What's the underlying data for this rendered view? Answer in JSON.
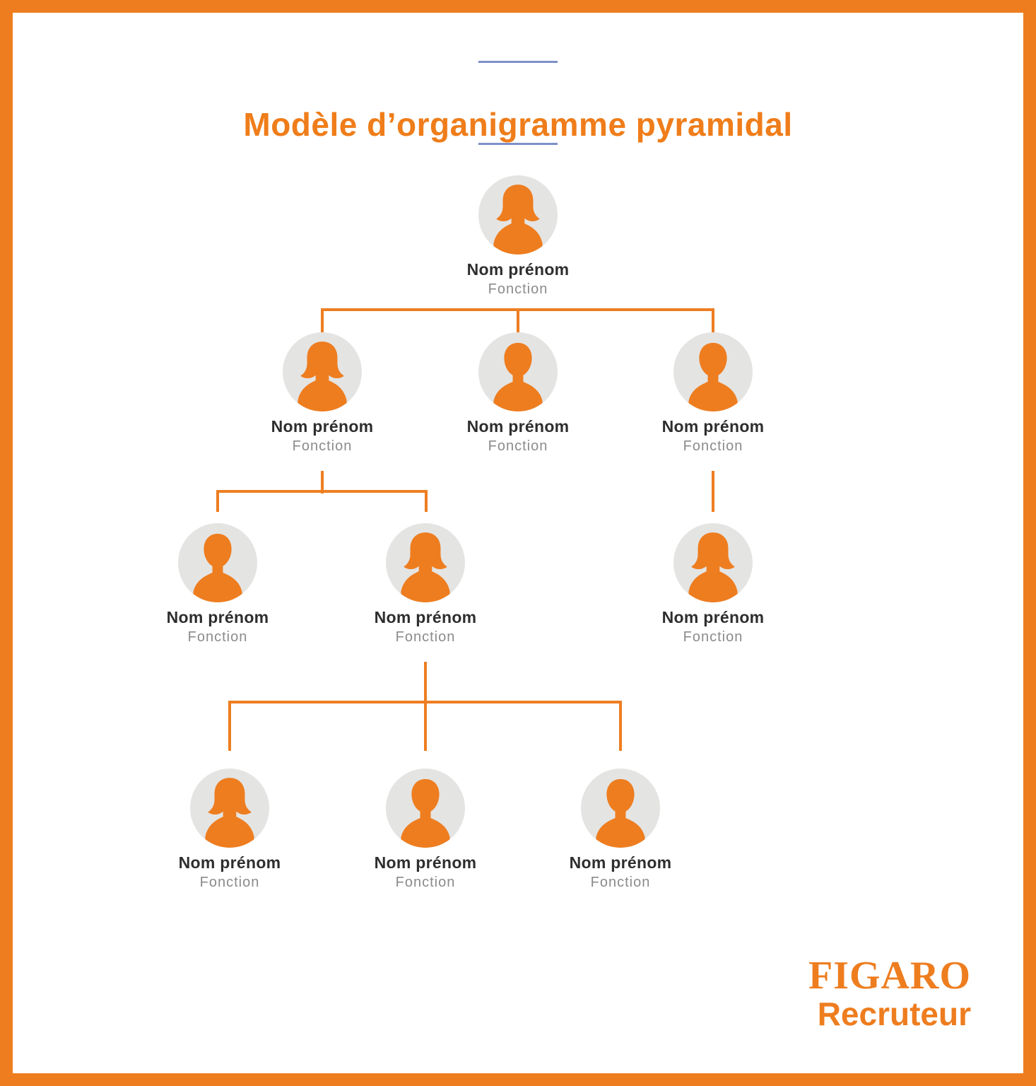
{
  "title": "Modèle d’organigramme pyramidal",
  "brand": {
    "line1": "FIGARO",
    "line2": "Recruteur"
  },
  "colors": {
    "accent_orange": "#EE7D1F",
    "title_orange": "#EF7D1A",
    "connector_orange": "#EE7E22",
    "circle_gray": "#E4E4E3",
    "name_text": "#2E2E2E",
    "function_text": "#8B8B8B",
    "divider_blue": "#7D90C8",
    "frame_border": "#EE7D1F"
  },
  "org": {
    "nodes": [
      {
        "level": 1,
        "name": "Nom prénom",
        "function": "Fonction",
        "avatar": "female"
      },
      {
        "level": 2,
        "name": "Nom prénom",
        "function": "Fonction",
        "avatar": "female"
      },
      {
        "level": 2,
        "name": "Nom prénom",
        "function": "Fonction",
        "avatar": "male"
      },
      {
        "level": 2,
        "name": "Nom prénom",
        "function": "Fonction",
        "avatar": "male"
      },
      {
        "level": 3,
        "name": "Nom prénom",
        "function": "Fonction",
        "avatar": "male"
      },
      {
        "level": 3,
        "name": "Nom prénom",
        "function": "Fonction",
        "avatar": "female"
      },
      {
        "level": 3,
        "name": "Nom prénom",
        "function": "Fonction",
        "avatar": "female"
      },
      {
        "level": 4,
        "name": "Nom prénom",
        "function": "Fonction",
        "avatar": "female"
      },
      {
        "level": 4,
        "name": "Nom prénom",
        "function": "Fonction",
        "avatar": "male"
      },
      {
        "level": 4,
        "name": "Nom prénom",
        "function": "Fonction",
        "avatar": "male"
      }
    ]
  }
}
